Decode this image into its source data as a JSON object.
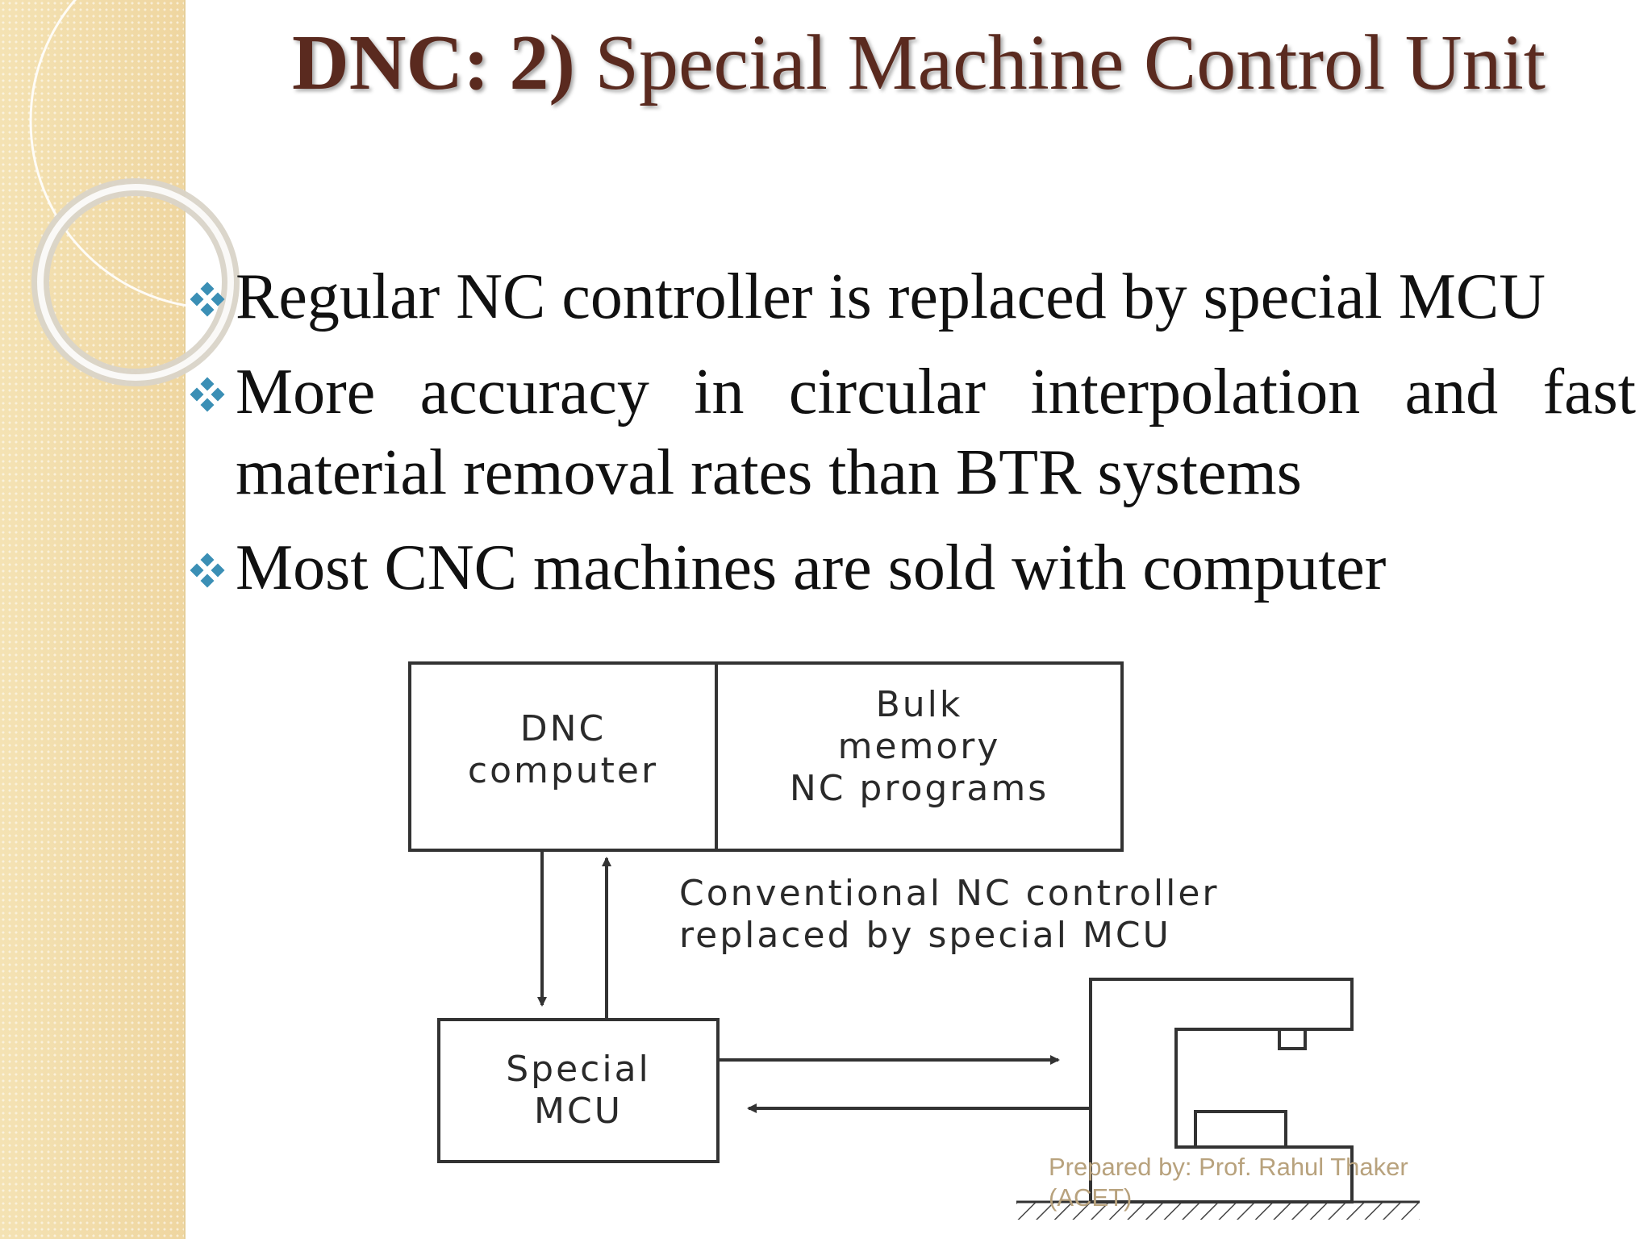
{
  "slide": {
    "title_part1": "DNC: 2)",
    "title_part2": "Special Machine Control Unit",
    "bullets": [
      "Regular NC controller is replaced by special MCU",
      "More accuracy in circular interpolation and fast material removal rates than BTR systems",
      "Most CNC machines are sold with computer"
    ],
    "bullet_icon": "diamond-bullet-icon",
    "colors": {
      "title": "#5a2a1f",
      "bullet_icon": "#3b8fb5",
      "sidebar": "#f3dfae"
    }
  },
  "diagram": {
    "dnc_computer": "DNC\ncomputer",
    "bulk_memory": "Bulk\nmemory\nNC programs",
    "caption": "Conventional NC controller\nreplaced by special MCU",
    "special_mcu": "Special\nMCU"
  },
  "footer": {
    "credit": "Prepared by: Prof. Rahul Thaker (ACET)"
  }
}
